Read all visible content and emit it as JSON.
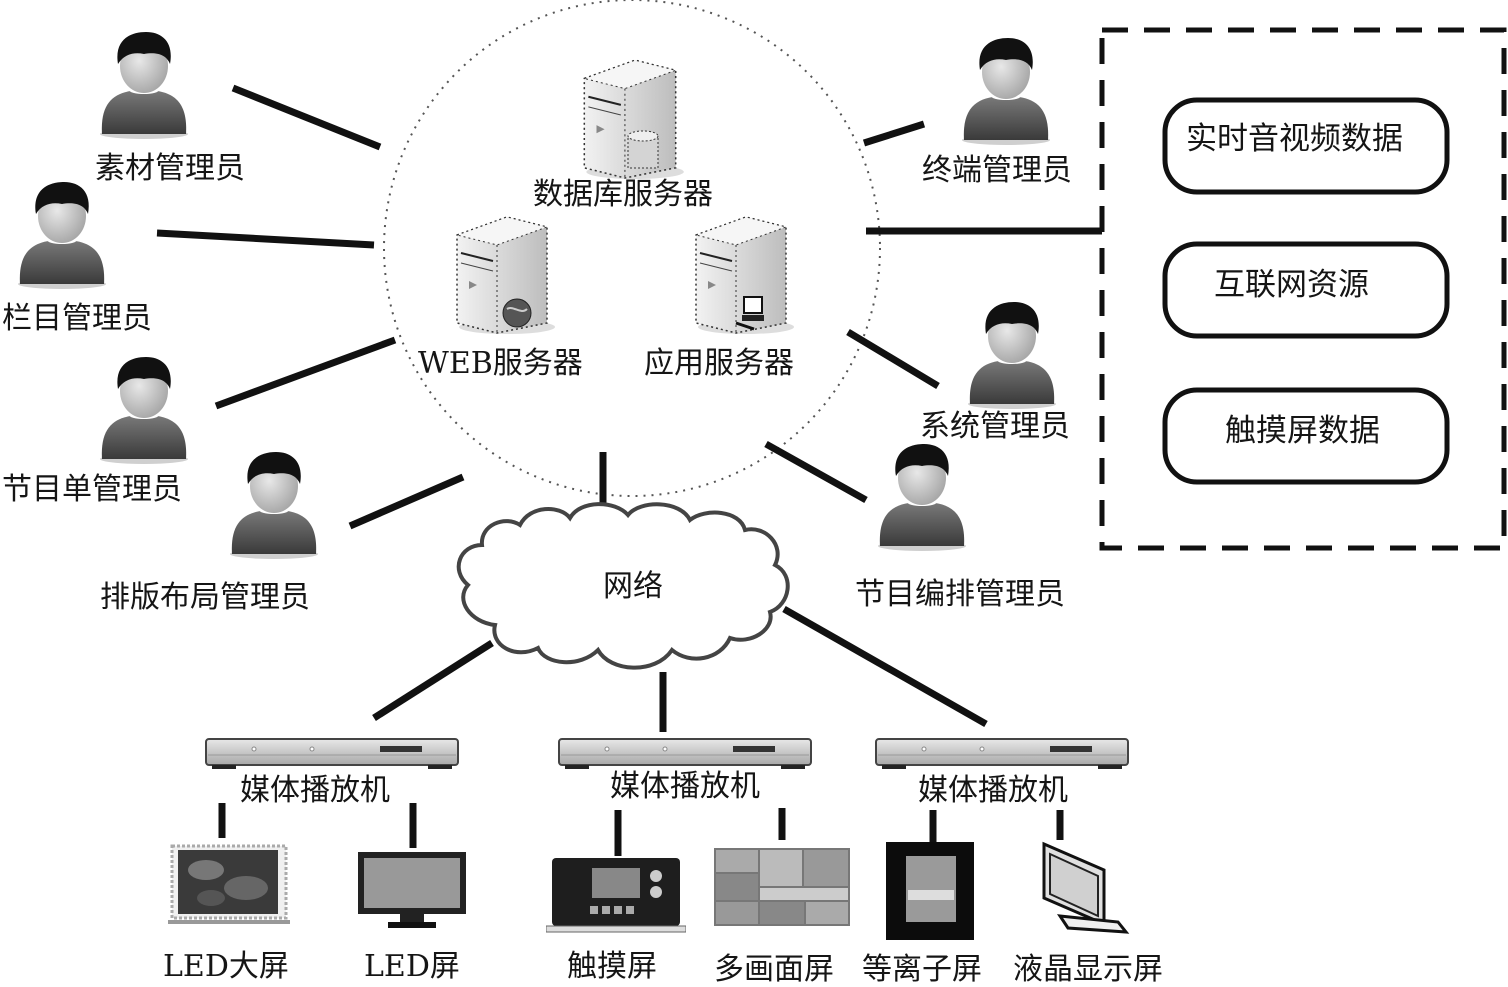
{
  "diagram": {
    "users_left": [
      {
        "id": "material-admin",
        "label": "素材管理员"
      },
      {
        "id": "column-admin",
        "label": "栏目管理员"
      },
      {
        "id": "playlist-admin",
        "label": "节目单管理员"
      },
      {
        "id": "layout-admin",
        "label": "排版布局管理员"
      }
    ],
    "users_right": [
      {
        "id": "terminal-admin",
        "label": "终端管理员"
      },
      {
        "id": "system-admin",
        "label": "系统管理员"
      },
      {
        "id": "program-schedule-admin",
        "label": "节目编排管理员"
      }
    ],
    "servers": [
      {
        "id": "database-server",
        "label": "数据库服务器",
        "badge": "database"
      },
      {
        "id": "web-server",
        "label": "WEB服务器",
        "badge": "globe"
      },
      {
        "id": "app-server",
        "label": "应用服务器",
        "badge": "computer"
      }
    ],
    "data_sources": {
      "items": [
        {
          "id": "realtime-av",
          "label": "实时音视频数据"
        },
        {
          "id": "internet-resources",
          "label": "互联网资源"
        },
        {
          "id": "touchscreen-data",
          "label": "触摸屏数据"
        }
      ]
    },
    "network": {
      "label": "网络"
    },
    "players": [
      {
        "id": "player-1",
        "label": "媒体播放机",
        "displays": [
          {
            "id": "led-big",
            "label": "LED大屏"
          },
          {
            "id": "led",
            "label": "LED屏"
          }
        ]
      },
      {
        "id": "player-2",
        "label": "媒体播放机",
        "displays": [
          {
            "id": "touch",
            "label": "触摸屏"
          },
          {
            "id": "multi",
            "label": "多画面屏"
          }
        ]
      },
      {
        "id": "player-3",
        "label": "媒体播放机",
        "displays": [
          {
            "id": "plasma",
            "label": "等离子屏"
          },
          {
            "id": "lcd",
            "label": "液晶显示屏"
          }
        ]
      }
    ]
  }
}
